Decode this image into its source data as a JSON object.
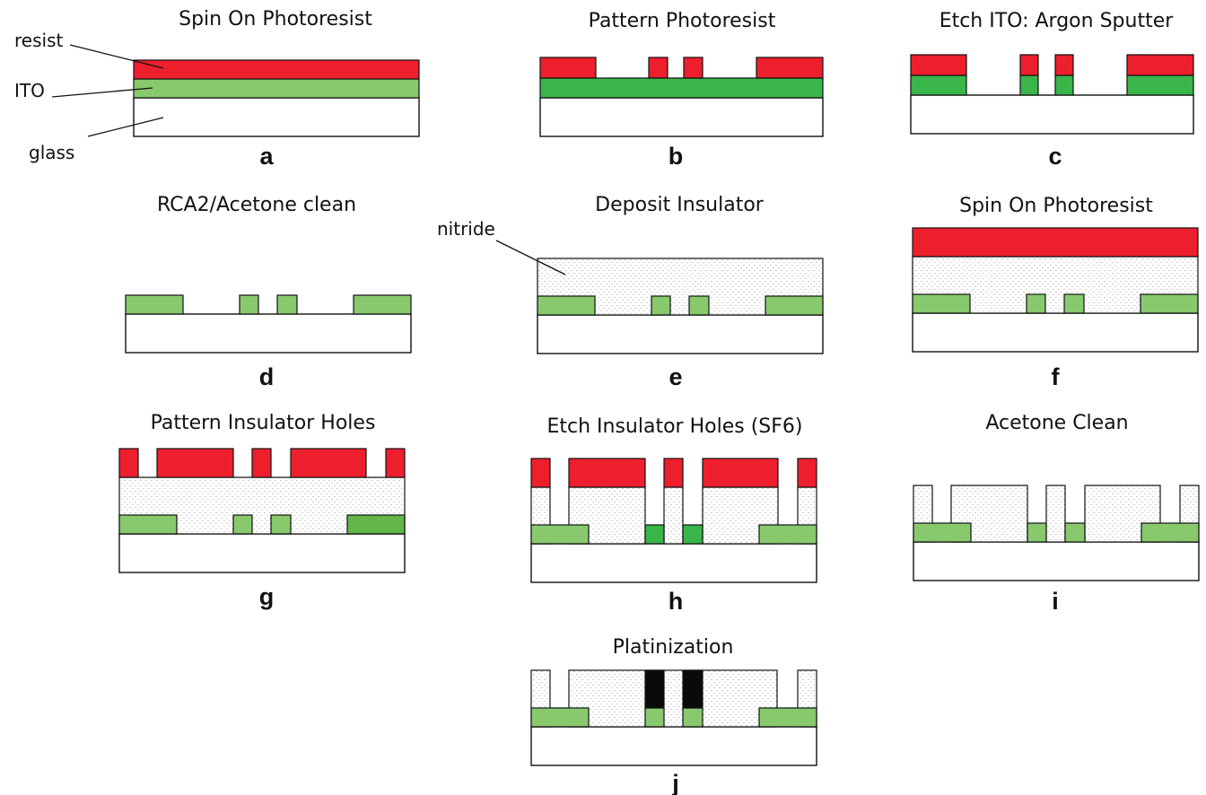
{
  "colors": {
    "resist": "#ee1f2d",
    "ito_light": "#88c96e",
    "ito_dark": "#39b54a",
    "ito_mid": "#62b64a",
    "glass": "#ffffff",
    "platinum": "#0a0a0a",
    "outline": "#111111"
  },
  "callouts": {
    "resist": "resist",
    "ito": "ITO",
    "glass": "glass",
    "nitride": "nitride"
  },
  "panels": [
    {
      "id": "a",
      "label": "a",
      "title": "Spin On Photoresist"
    },
    {
      "id": "b",
      "label": "b",
      "title": "Pattern Photoresist"
    },
    {
      "id": "c",
      "label": "c",
      "title": "Etch ITO: Argon Sputter"
    },
    {
      "id": "d",
      "label": "d",
      "title": "RCA2/Acetone clean"
    },
    {
      "id": "e",
      "label": "e",
      "title": "Deposit Insulator"
    },
    {
      "id": "f",
      "label": "f",
      "title": "Spin On Photoresist"
    },
    {
      "id": "g",
      "label": "g",
      "title": "Pattern Insulator Holes"
    },
    {
      "id": "h",
      "label": "h",
      "title": "Etch Insulator Holes (SF6)"
    },
    {
      "id": "i",
      "label": "i",
      "title": "Acetone Clean"
    },
    {
      "id": "j",
      "label": "j",
      "title": "Platinization"
    }
  ]
}
